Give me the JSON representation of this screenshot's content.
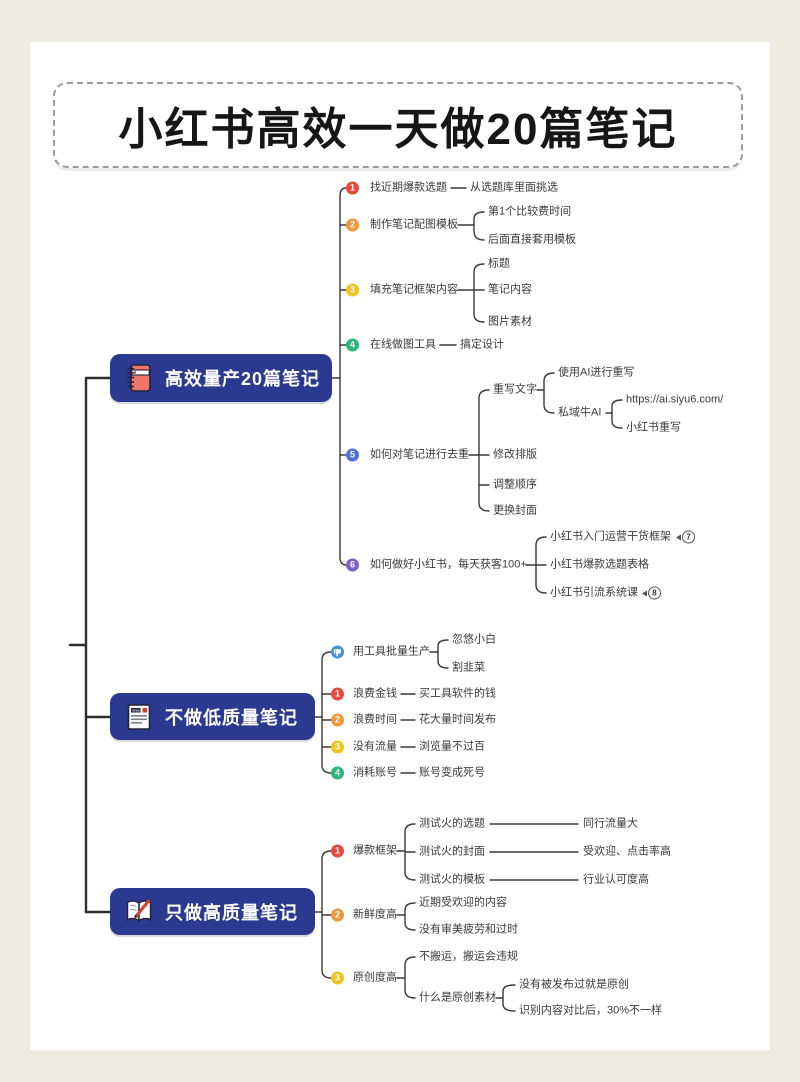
{
  "title": "小红书高效一天做20篇笔记",
  "colors": {
    "page_bg": "#edeae2",
    "panel_bg": "#ffffff",
    "branch_box_bg": "#2b3990",
    "line": "#3a3a3a",
    "marker_red": "#e8493e",
    "marker_orange": "#f2963b",
    "marker_yellow": "#f0c420",
    "marker_green": "#2bb77b",
    "marker_blue": "#4a6fdc",
    "marker_purple": "#7a5fc7",
    "marker_thumb_blue": "#4a90d9"
  },
  "branches": [
    {
      "label": "高效量产20篇笔记",
      "icon": "notebook-icon",
      "items": [
        {
          "num": "1",
          "label": "找近期爆款选题",
          "children": [
            {
              "label": "从选题库里面挑选"
            }
          ]
        },
        {
          "num": "2",
          "label": "制作笔记配图模板",
          "children": [
            {
              "label": "第1个比较费时间"
            },
            {
              "label": "后面直接套用模板"
            }
          ]
        },
        {
          "num": "3",
          "label": "填充笔记框架内容",
          "children": [
            {
              "label": "标题"
            },
            {
              "label": "笔记内容"
            },
            {
              "label": "图片素材"
            }
          ]
        },
        {
          "num": "4",
          "label": "在线做图工具",
          "children": [
            {
              "label": "搞定设计"
            }
          ]
        },
        {
          "num": "5",
          "label": "如何对笔记进行去重",
          "children": [
            {
              "label": "重写文字",
              "children": [
                {
                  "label": "使用AI进行重写"
                },
                {
                  "label": "私域牛AI",
                  "children": [
                    {
                      "label": "https://ai.siyu6.com/"
                    },
                    {
                      "label": "小红书重写"
                    }
                  ]
                }
              ]
            },
            {
              "label": "修改排版"
            },
            {
              "label": "调整顺序"
            },
            {
              "label": "更换封面"
            }
          ]
        },
        {
          "num": "6",
          "label": "如何做好小红书，每天获客100+",
          "children": [
            {
              "label": "小红书入门运营干货框架",
              "badge": "7"
            },
            {
              "label": "小红书爆款选题表格"
            },
            {
              "label": "小红书引流系统课",
              "badge": "8"
            }
          ]
        }
      ]
    },
    {
      "label": "不做低质量笔记",
      "icon": "newspaper-icon",
      "items": [
        {
          "marker": "thumbs-down",
          "label": "用工具批量生产",
          "children": [
            {
              "label": "忽悠小白"
            },
            {
              "label": "割韭菜"
            }
          ]
        },
        {
          "num": "1",
          "label": "浪费金钱",
          "children": [
            {
              "label": "买工具软件的钱"
            }
          ]
        },
        {
          "num": "2",
          "label": "浪费时间",
          "children": [
            {
              "label": "花大量时间发布"
            }
          ]
        },
        {
          "num": "3",
          "label": "没有流量",
          "children": [
            {
              "label": "浏览量不过百"
            }
          ]
        },
        {
          "num": "4",
          "label": "消耗账号",
          "children": [
            {
              "label": "账号变成死号"
            }
          ]
        }
      ]
    },
    {
      "label": "只做高质量笔记",
      "icon": "book-pen-icon",
      "items": [
        {
          "num": "1",
          "label": "爆款框架",
          "children": [
            {
              "label": "测试火的选题",
              "children": [
                {
                  "label": "同行流量大"
                }
              ]
            },
            {
              "label": "测试火的封面",
              "children": [
                {
                  "label": "受欢迎、点击率高"
                }
              ]
            },
            {
              "label": "测试火的模板",
              "children": [
                {
                  "label": "行业认可度高"
                }
              ]
            }
          ]
        },
        {
          "num": "2",
          "label": "新鲜度高",
          "children": [
            {
              "label": "近期受欢迎的内容"
            },
            {
              "label": "没有审美疲劳和过时"
            }
          ]
        },
        {
          "num": "3",
          "label": "原创度高",
          "children": [
            {
              "label": "不搬运，搬运会违规"
            },
            {
              "label": "什么是原创素材",
              "children": [
                {
                  "label": "没有被发布过就是原创"
                },
                {
                  "label": "识别内容对比后，30%不一样"
                }
              ]
            }
          ]
        }
      ]
    }
  ]
}
